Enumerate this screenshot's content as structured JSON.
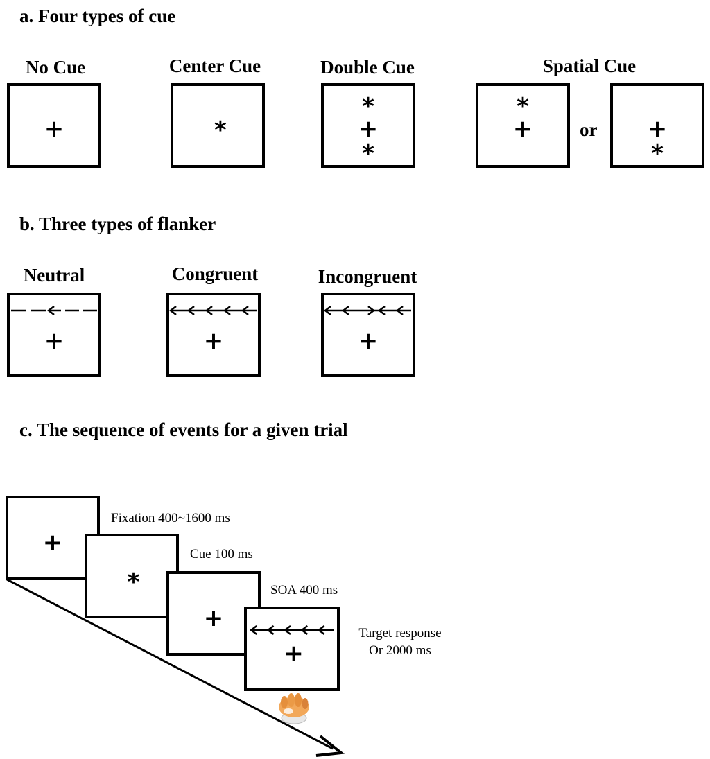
{
  "section_a": {
    "title": "a. Four types of cue",
    "labels": {
      "no_cue": "No Cue",
      "center_cue": "Center Cue",
      "double_cue": "Double Cue",
      "spatial_cue": "Spatial Cue"
    },
    "or_text": "or",
    "symbols": {
      "plus": "+",
      "star": "*"
    }
  },
  "section_b": {
    "title": "b. Three types of flanker",
    "labels": {
      "neutral": "Neutral",
      "congruent": "Congruent",
      "incongruent": "Incongruent"
    }
  },
  "section_c": {
    "title": "c. The sequence of events for a given trial",
    "fixation": "Fixation 400~1600 ms",
    "cue": "Cue 100 ms",
    "soa": "SOA 400 ms",
    "target_line1": "Target response",
    "target_line2": "Or 2000 ms"
  }
}
